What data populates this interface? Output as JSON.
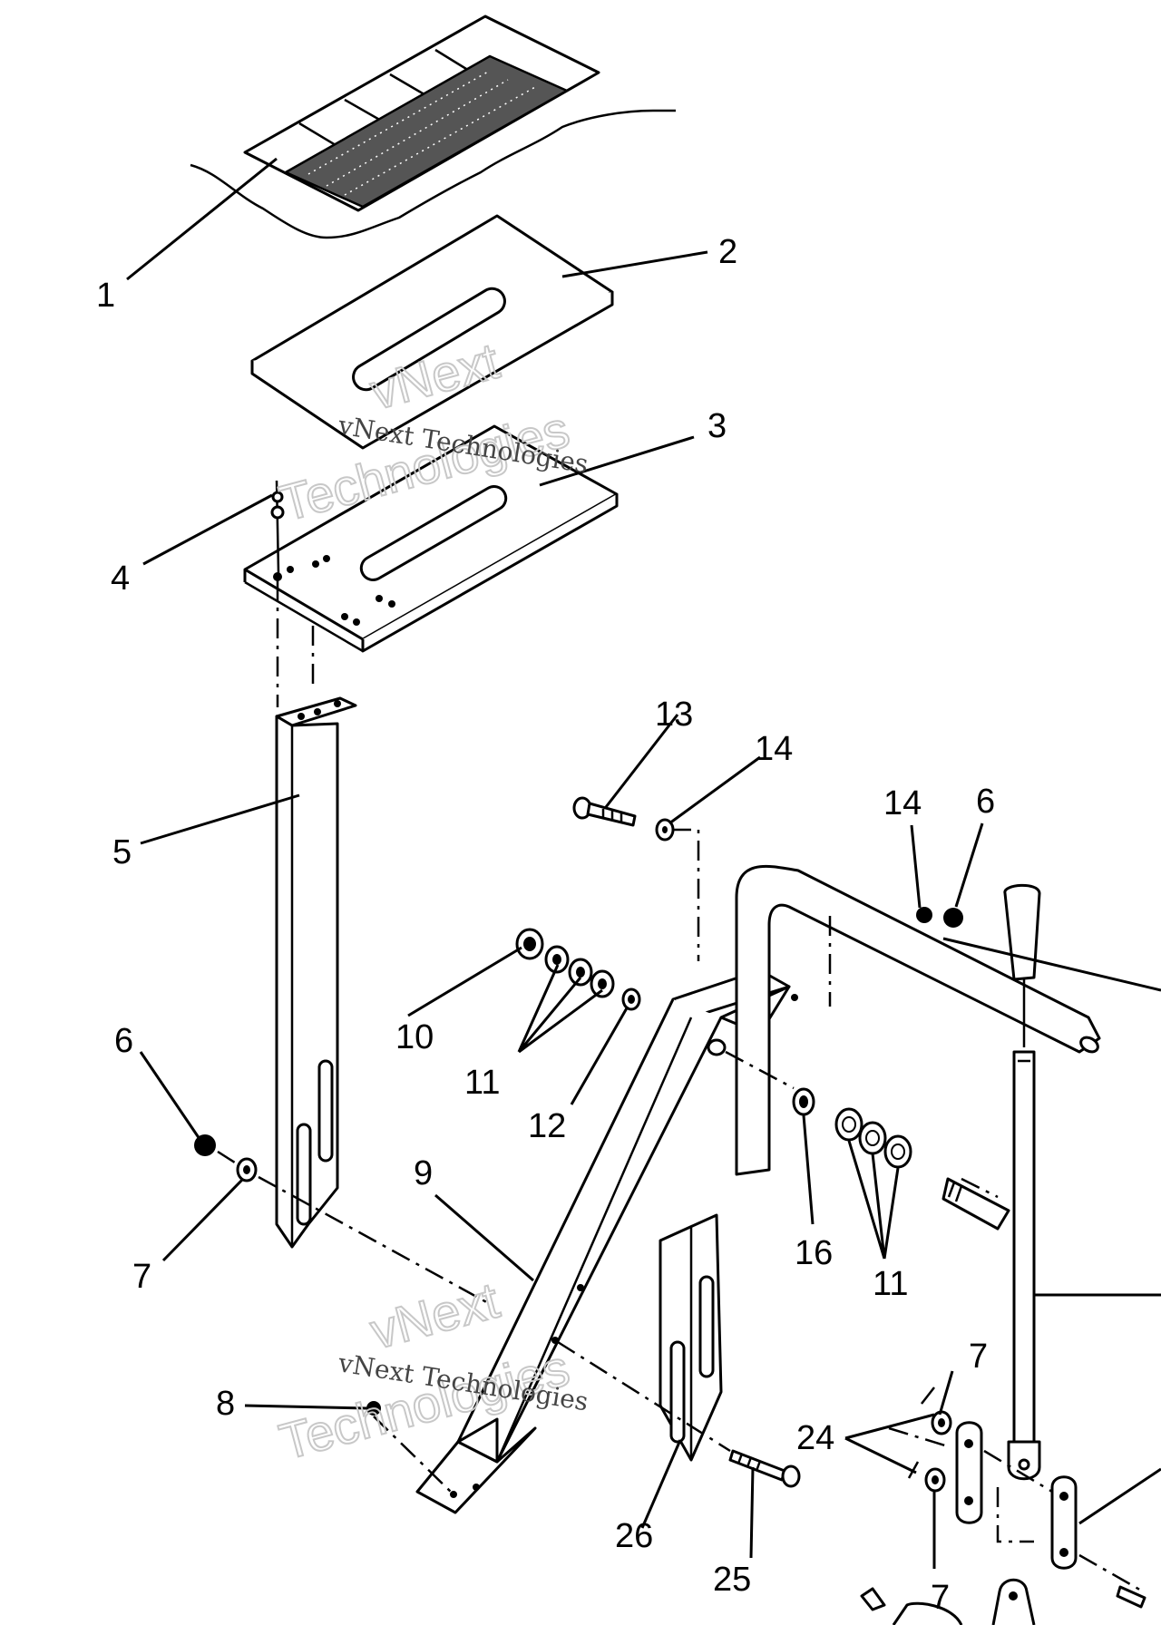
{
  "labels": {
    "l1": "1",
    "l2": "2",
    "l3": "3",
    "l4": "4",
    "l5": "5",
    "l6a": "6",
    "l6b": "6",
    "l7a": "7",
    "l7b": "7",
    "l7c": "7",
    "l8": "8",
    "l9": "9",
    "l10": "10",
    "l11a": "11",
    "l11b": "11",
    "l12": "12",
    "l13": "13",
    "l14a": "14",
    "l14b": "14",
    "l16": "16",
    "l24": "24",
    "l25": "25",
    "l26": "26"
  },
  "watermark": {
    "line_top": "vNext Technologies",
    "line_bottom": "vNext Technologies",
    "big_a": "vNext",
    "big_b": "Technologies"
  }
}
